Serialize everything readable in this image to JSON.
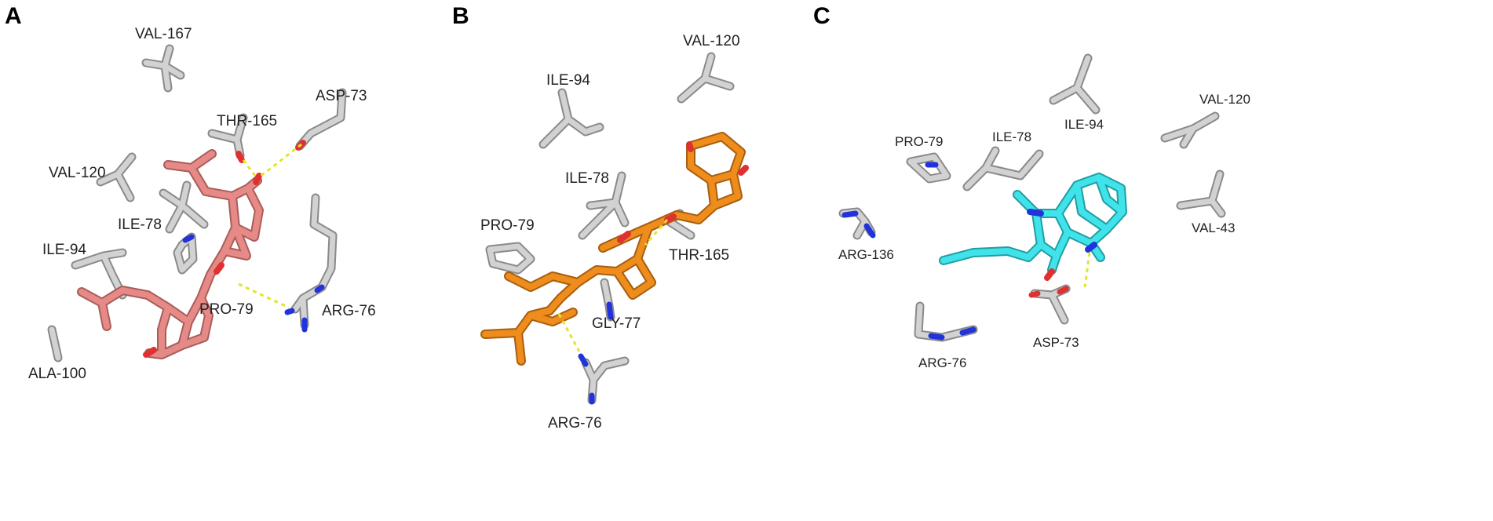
{
  "panels": {
    "a": {
      "letter": "A",
      "ligand_color": "#e58a86",
      "labels": [
        "VAL-167",
        "THR-165",
        "ASP-73",
        "VAL-120",
        "ILE-78",
        "ILE-94",
        "PRO-79",
        "ARG-76",
        "ALA-100"
      ]
    },
    "b": {
      "letter": "B",
      "ligand_color": "#ee8c1c",
      "labels": [
        "VAL-120",
        "ILE-94",
        "ILE-78",
        "PRO-79",
        "THR-165",
        "GLY-77",
        "ARG-76"
      ]
    },
    "c": {
      "letter": "C",
      "ligand_color": "#3fe3e9",
      "labels": [
        "ILE-94",
        "VAL-120",
        "PRO-79",
        "ILE-78",
        "ARG-136",
        "VAL-43",
        "ASP-73",
        "ARG-76"
      ]
    }
  },
  "colors": {
    "residue_carbon": "#c8c8c8",
    "nitrogen": "#2233dd",
    "oxygen": "#e03030",
    "hbond": "#e4e42c"
  }
}
